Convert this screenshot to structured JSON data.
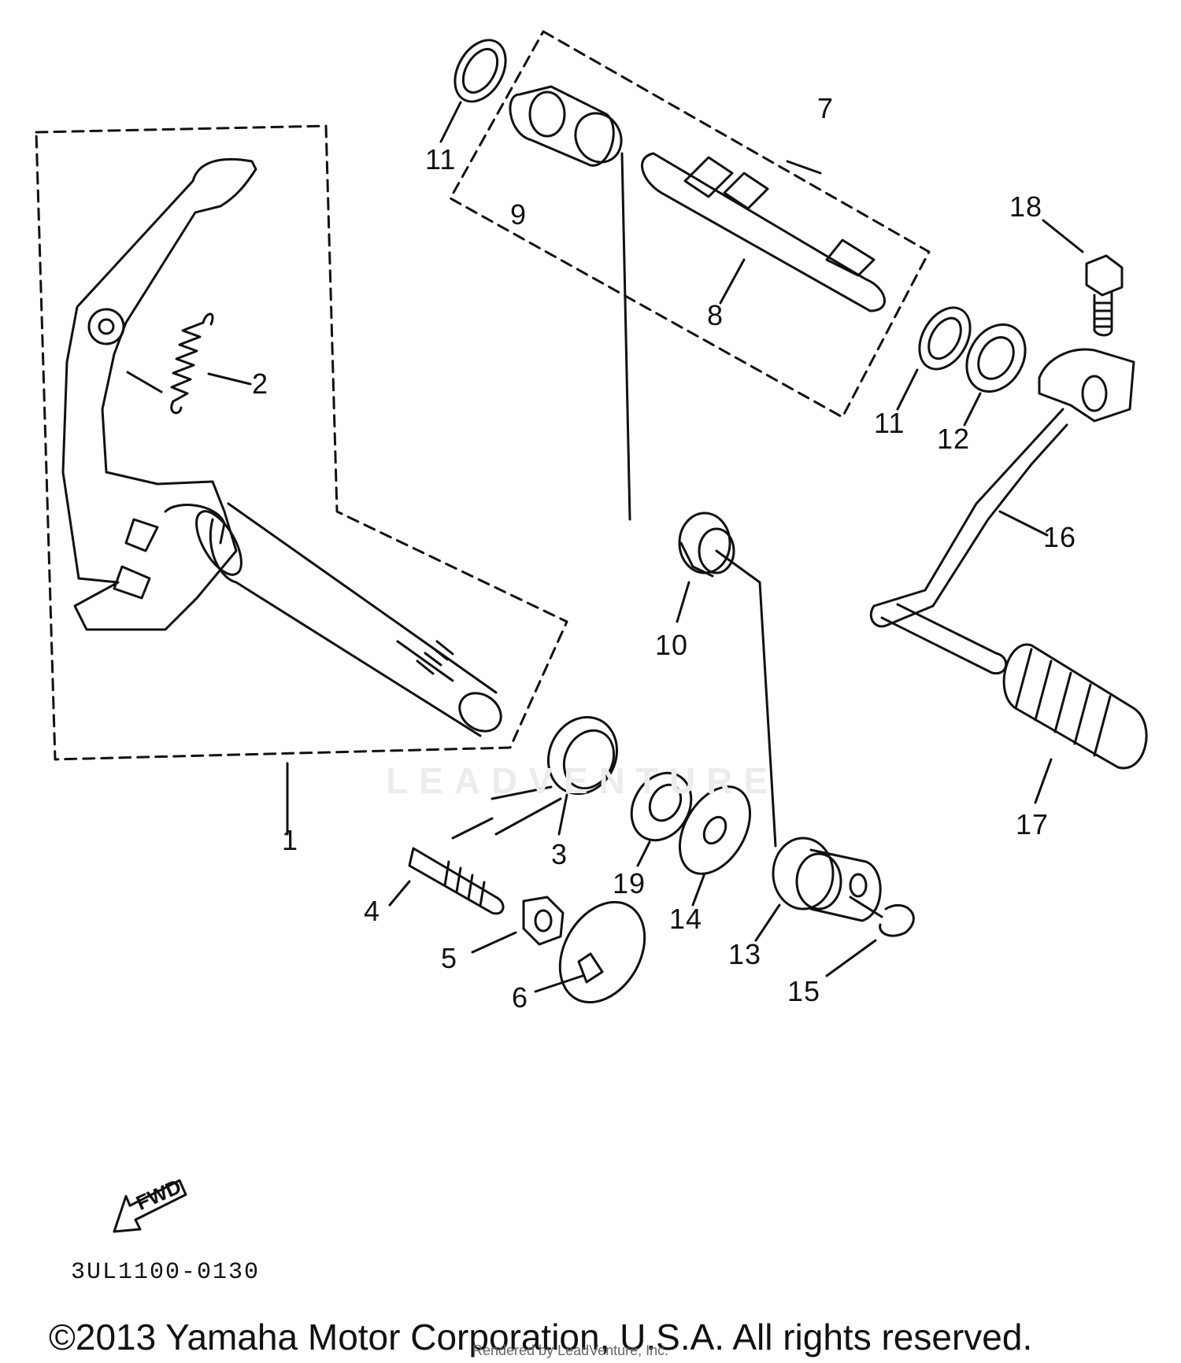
{
  "diagram": {
    "callouts": [
      {
        "id": "c1",
        "text": "1"
      },
      {
        "id": "c2",
        "text": "2"
      },
      {
        "id": "c3",
        "text": "3"
      },
      {
        "id": "c4",
        "text": "4"
      },
      {
        "id": "c5",
        "text": "5"
      },
      {
        "id": "c6",
        "text": "6"
      },
      {
        "id": "c7",
        "text": "7"
      },
      {
        "id": "c8",
        "text": "8"
      },
      {
        "id": "c9",
        "text": "9"
      },
      {
        "id": "c10",
        "text": "10"
      },
      {
        "id": "c11a",
        "text": "11"
      },
      {
        "id": "c11b",
        "text": "11"
      },
      {
        "id": "c12",
        "text": "12"
      },
      {
        "id": "c13",
        "text": "13"
      },
      {
        "id": "c14",
        "text": "14"
      },
      {
        "id": "c15",
        "text": "15"
      },
      {
        "id": "c16",
        "text": "16"
      },
      {
        "id": "c17",
        "text": "17"
      },
      {
        "id": "c18",
        "text": "18"
      },
      {
        "id": "c19",
        "text": "19"
      }
    ],
    "fwd_arrow_label": "FWD",
    "drawing_code": "3UL1100-0130",
    "watermark": "LEADVENTURE"
  },
  "footer": {
    "copyright": "©2013 Yamaha Motor Corporation, U.S.A. All rights reserved.",
    "rendered_by": "Rendered by LeadVenture, Inc."
  },
  "colors": {
    "ink": "#111111",
    "background": "#ffffff",
    "watermark": "#ececec"
  }
}
